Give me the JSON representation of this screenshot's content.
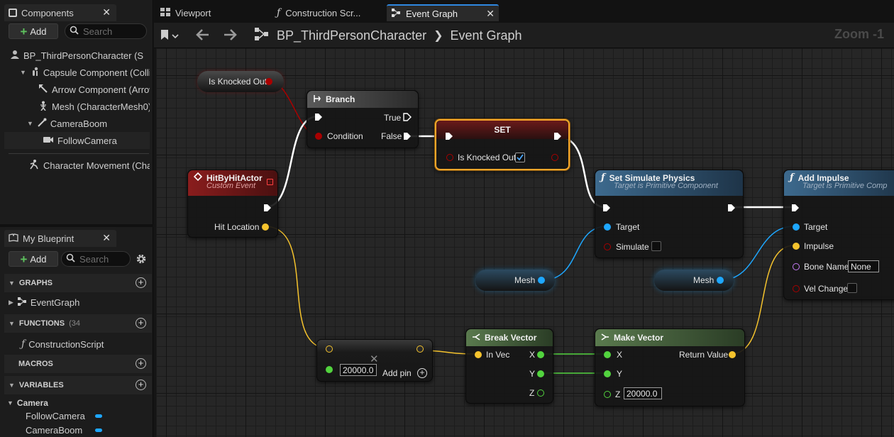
{
  "components_panel": {
    "tab_label": "Components",
    "add_label": "Add",
    "search_placeholder": "Search",
    "items": [
      {
        "label": "BP_ThirdPersonCharacter (S"
      },
      {
        "label": "Capsule Component (Collis"
      },
      {
        "label": "Arrow Component (Arrow"
      },
      {
        "label": "Mesh (CharacterMesh0)"
      },
      {
        "label": "CameraBoom"
      },
      {
        "label": "FollowCamera"
      },
      {
        "label": "Character Movement (Cha"
      }
    ]
  },
  "my_blueprint": {
    "tab_label": "My Blueprint",
    "add_label": "Add",
    "search_placeholder": "Search",
    "sections": {
      "graphs": "GRAPHS",
      "functions": "FUNCTIONS",
      "functions_count": "(34",
      "macros": "MACROS",
      "variables": "VARIABLES"
    },
    "event_graph": "EventGraph",
    "construction_script": "ConstructionScript",
    "category": "Camera",
    "variables": [
      {
        "label": "FollowCamera",
        "color": "#1ea7ff"
      },
      {
        "label": "CameraBoom",
        "color": "#1ea7ff"
      }
    ]
  },
  "doc_tabs": [
    {
      "label": "Viewport"
    },
    {
      "label": "Construction Scr..."
    },
    {
      "label": "Event Graph"
    }
  ],
  "toolbar": {
    "breadcrumb_root": "BP_ThirdPersonCharacter",
    "breadcrumb_current": "Event Graph",
    "zoom": "Zoom -1"
  },
  "nodes": {
    "is_knocked_out_get": {
      "label": "Is Knocked Out"
    },
    "branch": {
      "title": "Branch",
      "true_label": "True",
      "false_label": "False",
      "condition_label": "Condition"
    },
    "set": {
      "title": "SET",
      "var_label": "Is Knocked Out",
      "checked": true
    },
    "hit_event": {
      "title": "HitByHitActor",
      "subtitle": "Custom Event",
      "pin_label": "Hit Location"
    },
    "set_physics": {
      "title": "Set Simulate Physics",
      "subtitle": "Target is Primitive Component",
      "target": "Target",
      "simulate": "Simulate"
    },
    "add_impulse": {
      "title": "Add Impulse",
      "subtitle": "Target is Primitive Comp",
      "target": "Target",
      "impulse": "Impulse",
      "bone_name": "Bone Name",
      "bone_value": "None",
      "vel_change": "Vel Change"
    },
    "mesh_get_1": {
      "label": "Mesh"
    },
    "mesh_get_2": {
      "label": "Mesh"
    },
    "multiply": {
      "value": "20000.0",
      "add_pin": "Add pin"
    },
    "break_vector": {
      "title": "Break Vector",
      "in_vec": "In Vec",
      "x": "X",
      "y": "Y",
      "z": "Z"
    },
    "make_vector": {
      "title": "Make Vector",
      "x": "X",
      "y": "Y",
      "z": "Z",
      "z_value": "20000.0",
      "return_value": "Return Value"
    }
  },
  "colors": {
    "exec": "#ffffff",
    "bool": "#a80000",
    "object": "#1ea7ff",
    "vector": "#f5c32d",
    "float": "#52d33e",
    "name": "#c67cf5",
    "event_header": "#8a1d1d",
    "function_header": "#2f4e6a",
    "pure_header": "#3e5a3a",
    "selection": "#f4a62a"
  }
}
